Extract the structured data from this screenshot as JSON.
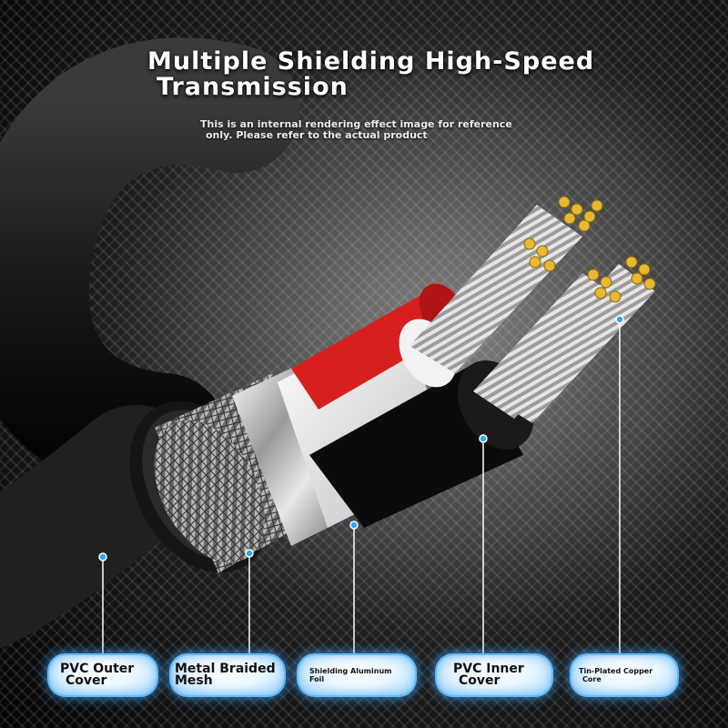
{
  "title": {
    "line1": "Multiple Shielding High-Speed",
    "line2": "Transmission"
  },
  "note": {
    "line1": "This is an internal rendering effect image for reference",
    "line2": "only. Please refer to the actual product"
  },
  "labels": [
    {
      "line1": "PVC Outer",
      "line2": "Cover"
    },
    {
      "line1": "Metal Braided",
      "line2": "Mesh"
    },
    {
      "line1": "Shielding Aluminum",
      "line2": "Foil"
    },
    {
      "line1": "PVC Inner",
      "line2": "Cover"
    },
    {
      "line1": "Tin-Plated Copper",
      "line2": "Core"
    }
  ],
  "colors": {
    "callout_dot": "#2aa7ff",
    "callout_line": "#ffffff",
    "label_glow": "#40aaff",
    "copper_tips": "#e8b830",
    "red_insulation": "#d81f1f"
  }
}
